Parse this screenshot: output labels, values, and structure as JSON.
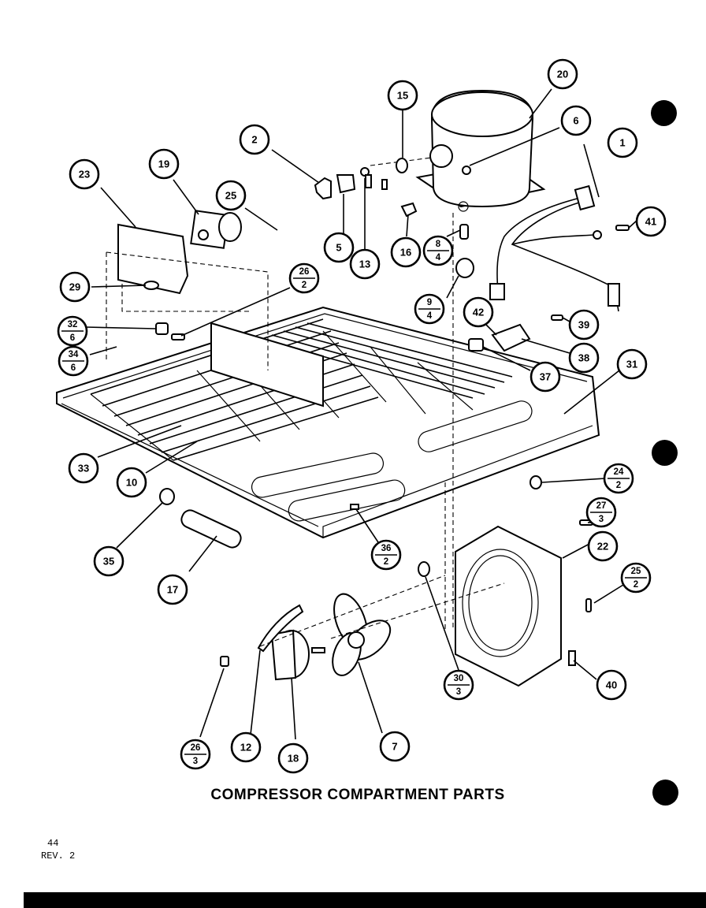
{
  "title": "COMPRESSOR COMPARTMENT PARTS",
  "page_number": "44",
  "revision": "REV. 2",
  "callouts": [
    {
      "id": "c1",
      "top": "1"
    },
    {
      "id": "c2",
      "top": "2"
    },
    {
      "id": "c5",
      "top": "5"
    },
    {
      "id": "c6",
      "top": "6"
    },
    {
      "id": "c7",
      "top": "7"
    },
    {
      "id": "c8",
      "top": "8",
      "bottom": "4"
    },
    {
      "id": "c9",
      "top": "9",
      "bottom": "4"
    },
    {
      "id": "c10",
      "top": "10"
    },
    {
      "id": "c12",
      "top": "12"
    },
    {
      "id": "c13",
      "top": "13"
    },
    {
      "id": "c15",
      "top": "15"
    },
    {
      "id": "c16",
      "top": "16"
    },
    {
      "id": "c17",
      "top": "17"
    },
    {
      "id": "c18",
      "top": "18"
    },
    {
      "id": "c19",
      "top": "19"
    },
    {
      "id": "c20",
      "top": "20"
    },
    {
      "id": "c22",
      "top": "22"
    },
    {
      "id": "c23",
      "top": "23"
    },
    {
      "id": "c24",
      "top": "24",
      "bottom": "2"
    },
    {
      "id": "c25a",
      "top": "25"
    },
    {
      "id": "c25b",
      "top": "25",
      "bottom": "2"
    },
    {
      "id": "c26a",
      "top": "26",
      "bottom": "2"
    },
    {
      "id": "c26b",
      "top": "26",
      "bottom": "3"
    },
    {
      "id": "c27",
      "top": "27",
      "bottom": "3"
    },
    {
      "id": "c29",
      "top": "29"
    },
    {
      "id": "c30",
      "top": "30",
      "bottom": "3"
    },
    {
      "id": "c31",
      "top": "31"
    },
    {
      "id": "c32",
      "top": "32",
      "bottom": "6"
    },
    {
      "id": "c33",
      "top": "33"
    },
    {
      "id": "c34",
      "top": "34",
      "bottom": "6"
    },
    {
      "id": "c35",
      "top": "35"
    },
    {
      "id": "c36",
      "top": "36",
      "bottom": "2"
    },
    {
      "id": "c37",
      "top": "37"
    },
    {
      "id": "c38",
      "top": "38"
    },
    {
      "id": "c39",
      "top": "39"
    },
    {
      "id": "c40",
      "top": "40"
    },
    {
      "id": "c41",
      "top": "41"
    },
    {
      "id": "c42",
      "top": "42"
    }
  ],
  "icons": {
    "hole": "binder-hole-icon"
  }
}
